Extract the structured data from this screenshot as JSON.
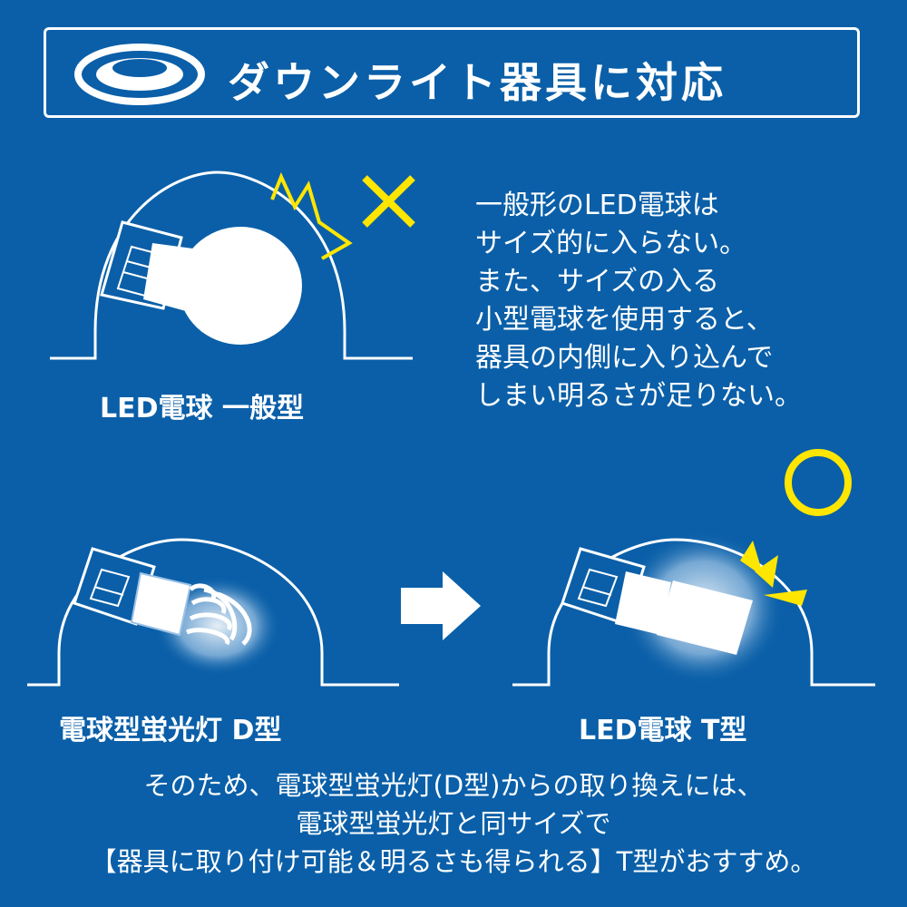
{
  "header": {
    "title": "ダウンライト器具に対応",
    "icon": "downlight-icon"
  },
  "general_bulb": {
    "label": "LED電球 一般型",
    "mark": "✕",
    "mark_color": "#ffe600",
    "icon": "led-bulb-general-icon"
  },
  "description": {
    "lines": [
      "一般形のLED電球は",
      "サイズ的に入らない。",
      "また、サイズの入る",
      "小型電球を使用すると、",
      "器具の内側に入り込んで",
      "しまい明るさが足りない。"
    ]
  },
  "fluorescent": {
    "label": "電球型蛍光灯 D型",
    "icon": "compact-fluorescent-icon"
  },
  "arrow": {
    "icon": "right-arrow-icon"
  },
  "led_t": {
    "label": "LED電球 T型",
    "mark": "○",
    "mark_color": "#ffe600",
    "icon": "led-bulb-t-type-icon"
  },
  "bottom": {
    "lines": [
      "そのため、電球型蛍光灯(D型)からの取り換えには、",
      "電球型蛍光灯と同サイズで",
      "【器具に取り付け可能＆明るさも得られる】T型がおすすめ。"
    ]
  },
  "colors": {
    "background": "#0a5fa8",
    "accent": "#ffe600",
    "line": "#ffffff"
  }
}
